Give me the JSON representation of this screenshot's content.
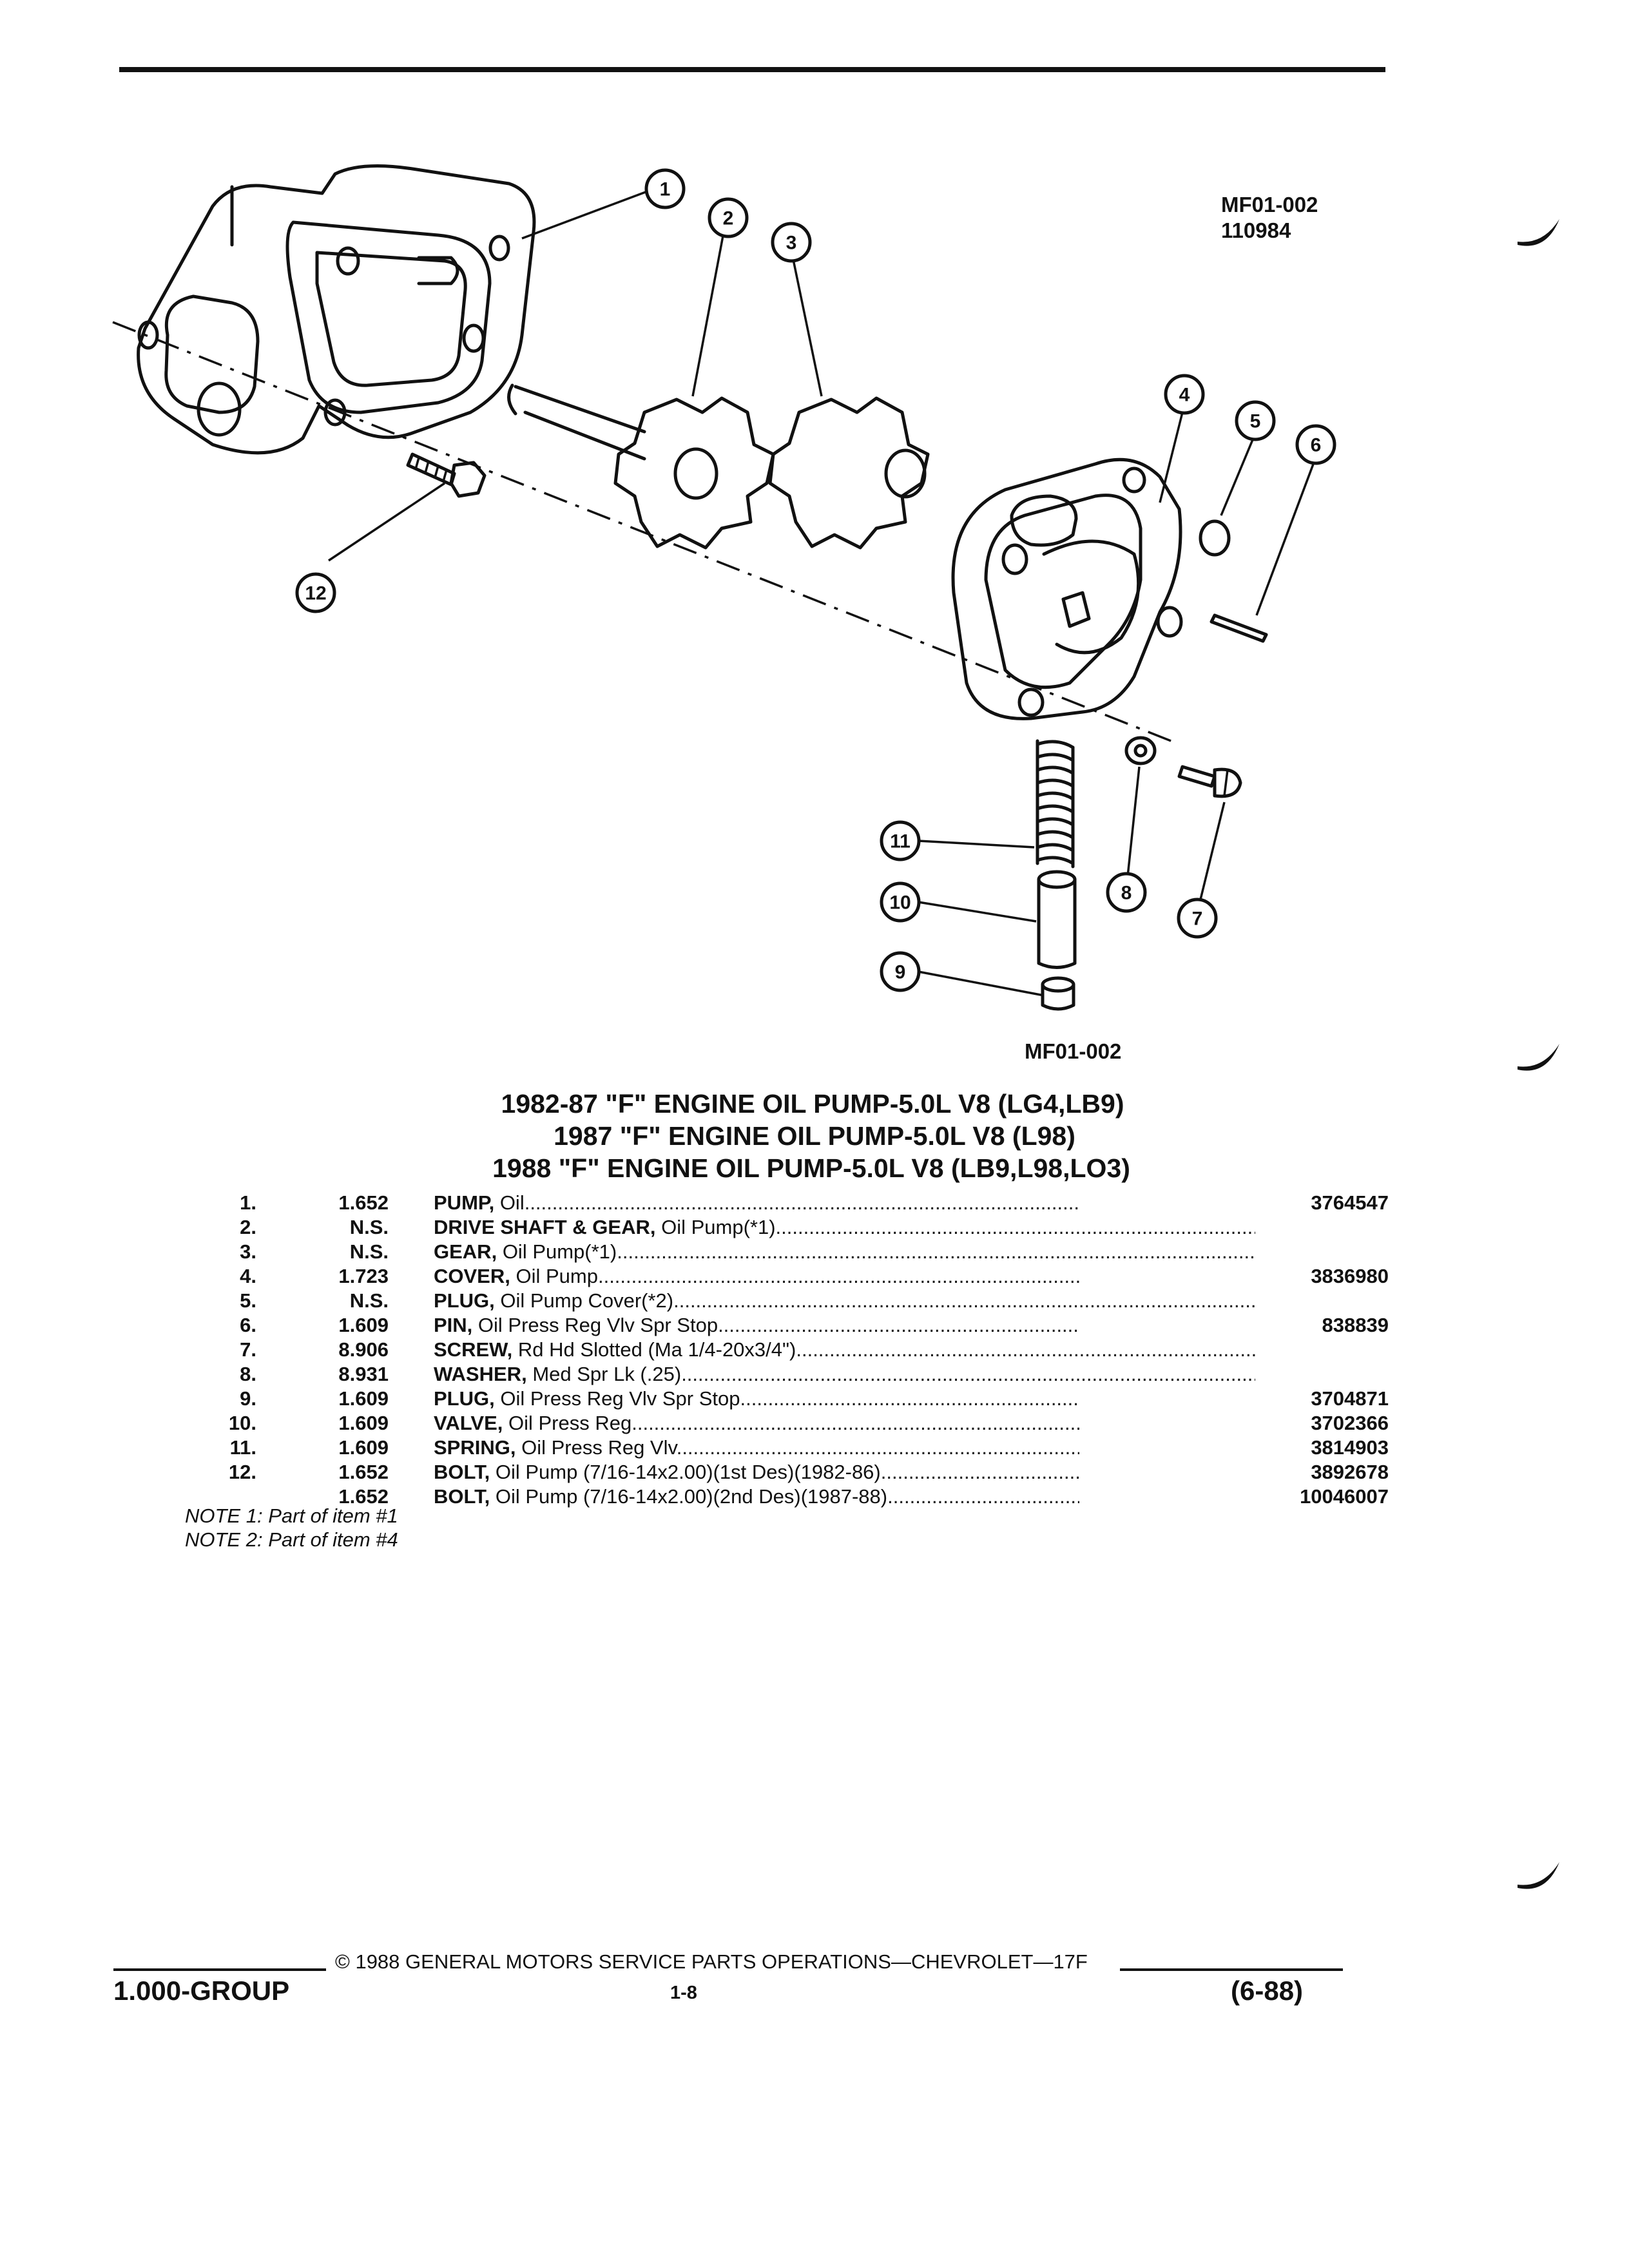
{
  "figure": {
    "ref_top_code": "MF01-002",
    "ref_top_date": "110984",
    "ref_bottom": "MF01-002",
    "callouts": [
      "1",
      "2",
      "3",
      "4",
      "5",
      "6",
      "7",
      "8",
      "9",
      "10",
      "11",
      "12"
    ]
  },
  "titles": [
    "1982-87 \"F\" ENGINE OIL PUMP-5.0L V8 (LG4,LB9)",
    "1987 \"F\" ENGINE OIL PUMP-5.0L V8 (L98)",
    "1988 \"F\" ENGINE OIL PUMP-5.0L V8 (LB9,L98,LO3)"
  ],
  "parts": [
    {
      "item": "1.",
      "group": "1.652",
      "name": "PUMP,",
      "detail": "Oil",
      "part_no": "3764547"
    },
    {
      "item": "2.",
      "group": "N.S.",
      "name": "DRIVE SHAFT & GEAR,",
      "detail": "Oil Pump(*1)",
      "part_no": ""
    },
    {
      "item": "3.",
      "group": "N.S.",
      "name": "GEAR,",
      "detail": "Oil Pump(*1)",
      "part_no": ""
    },
    {
      "item": "4.",
      "group": "1.723",
      "name": "COVER,",
      "detail": "Oil Pump",
      "part_no": "3836980"
    },
    {
      "item": "5.",
      "group": "N.S.",
      "name": "PLUG,",
      "detail": "Oil Pump Cover(*2)",
      "part_no": ""
    },
    {
      "item": "6.",
      "group": "1.609",
      "name": "PIN,",
      "detail": "Oil Press Reg Vlv Spr Stop",
      "part_no": "838839"
    },
    {
      "item": "7.",
      "group": "8.906",
      "name": "SCREW,",
      "detail": "Rd Hd Slotted (Ma 1/4-20x3/4\")",
      "part_no": ""
    },
    {
      "item": "8.",
      "group": "8.931",
      "name": "WASHER,",
      "detail": "Med Spr Lk (.25)",
      "part_no": ""
    },
    {
      "item": "9.",
      "group": "1.609",
      "name": "PLUG,",
      "detail": "Oil Press Reg Vlv Spr Stop",
      "part_no": "3704871"
    },
    {
      "item": "10.",
      "group": "1.609",
      "name": "VALVE,",
      "detail": "Oil Press Reg",
      "part_no": "3702366"
    },
    {
      "item": "11.",
      "group": "1.609",
      "name": "SPRING,",
      "detail": "Oil Press Reg Vlv",
      "part_no": "3814903"
    },
    {
      "item": "12.",
      "group": "1.652",
      "name": "BOLT,",
      "detail": "Oil Pump (7/16-14x2.00)(1st Des)(1982-86)",
      "part_no": "3892678"
    },
    {
      "item": "",
      "group": "1.652",
      "name": "BOLT,",
      "detail": "Oil Pump (7/16-14x2.00)(2nd Des)(1987-88)",
      "part_no": "10046007"
    }
  ],
  "notes": [
    "NOTE 1: Part of item #1",
    "NOTE 2: Part of item #4"
  ],
  "footer": {
    "copyright": "© 1988 GENERAL MOTORS SERVICE PARTS OPERATIONS—CHEVROLET—17F",
    "group": "1.000-GROUP",
    "page": "1-8",
    "revision": "(6-88)"
  }
}
